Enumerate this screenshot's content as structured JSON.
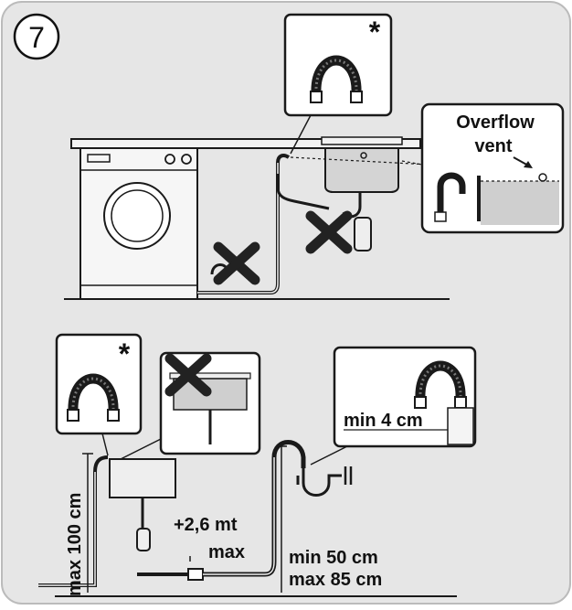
{
  "step": {
    "number": "7"
  },
  "labels": {
    "asterisk": "*",
    "overflow_line1": "Overflow",
    "overflow_line2": "vent",
    "min_4cm": "min 4 cm",
    "max_100cm": "max 100 cm",
    "plus_26mt": "+2,6 mt",
    "max": "max",
    "min_50cm": "min 50 cm",
    "max_85cm": "max 85 cm"
  },
  "colors": {
    "panel_bg": "#e6e6e6",
    "water": "#cfcfcf",
    "line": "#1a1a1a",
    "cross": "#222222"
  },
  "icons": [
    "step-number-badge",
    "hose-hook-icon",
    "cross-mark-icon",
    "washing-machine-icon",
    "sink-icon",
    "standpipe-icon"
  ]
}
